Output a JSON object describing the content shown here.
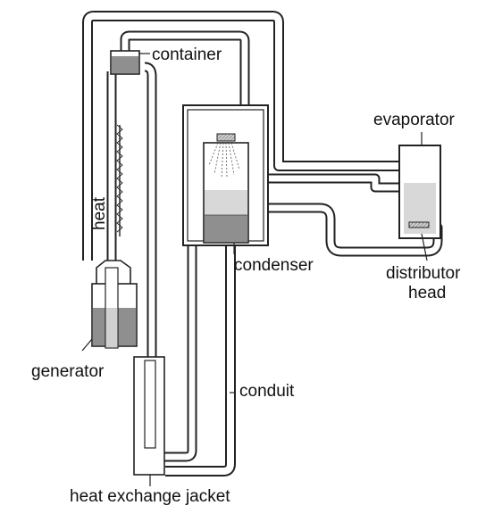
{
  "labels": {
    "container": "container",
    "evaporator": "evaporator",
    "heat": "heat",
    "condenser": "condenser",
    "distributor_line1": "distributor",
    "distributor_line2": "head",
    "generator": "generator",
    "conduit": "conduit",
    "heat_exchange_jacket": "heat exchange jacket"
  },
  "colors": {
    "line": "#222222",
    "liquid_dark": "#8f8f8f",
    "liquid_light": "#d8d8d8",
    "box_fill": "#ffffff"
  }
}
